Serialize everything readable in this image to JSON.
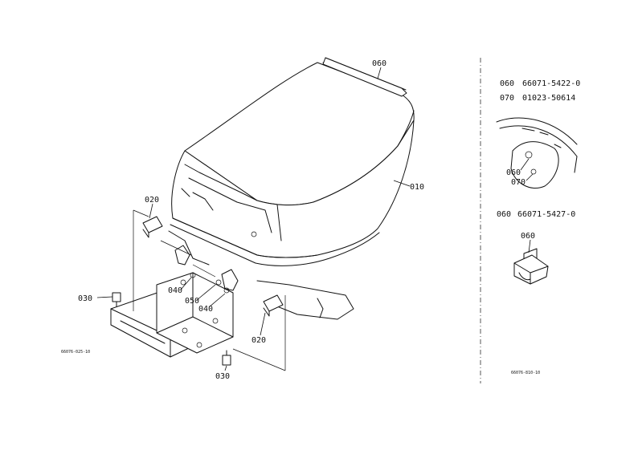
{
  "callouts": {
    "c060_top": "060",
    "c010": "010",
    "c020_left": "020",
    "c030_left": "030",
    "c040_a": "040",
    "c050": "050",
    "c040_b": "040",
    "c020_right": "020",
    "c030_bottom": "030",
    "c060_detail": "060",
    "c070_detail": "070",
    "c060_bracket": "060"
  },
  "parts_list": [
    {
      "ref": "060",
      "part_no": "66071-5422-0"
    },
    {
      "ref": "070",
      "part_no": "01023-50614"
    },
    {
      "ref": "060",
      "part_no": "66071-5427-0"
    }
  ],
  "drawing_codes": {
    "left": "66076-025-10",
    "right": "66076-810-10"
  }
}
